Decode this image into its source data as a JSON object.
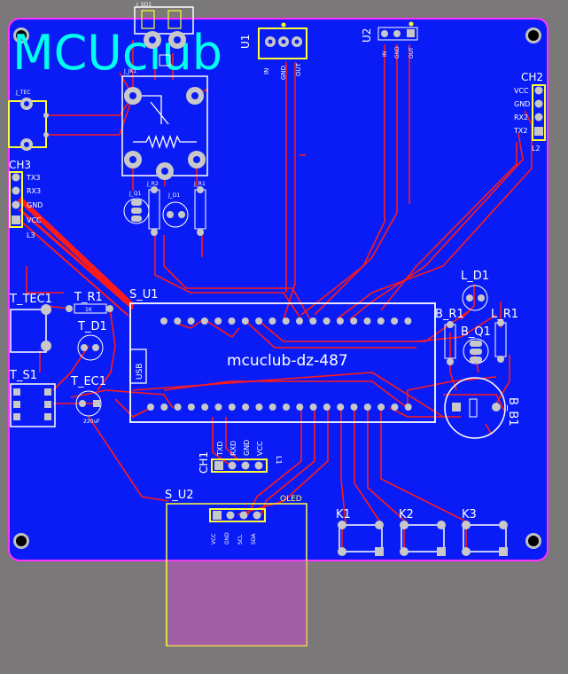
{
  "brand": {
    "logo_text": "MCUclub"
  },
  "board_name": "mcuclub-dz-487",
  "colors": {
    "background": "#7a7878",
    "board": "#0a1cf5",
    "outline": "#ff33ff",
    "trace": "#ff1a1a",
    "silk": "#ffffff",
    "overlay": "#ffff33",
    "logo": "#00ffee",
    "pad": "#c8c8c8"
  },
  "components": {
    "u1": {
      "ref": "U1",
      "pins": [
        "IN",
        "GND",
        "OUT"
      ]
    },
    "u2": {
      "ref": "U2",
      "pins": [
        "IN",
        "GND",
        "OUT"
      ]
    },
    "ch2": {
      "ref": "CH2",
      "pins": [
        "VCC",
        "GND",
        "RX2",
        "TX2"
      ],
      "footprint": "L2"
    },
    "ch3": {
      "ref": "CH3",
      "pins": [
        "TX3",
        "RX3",
        "GND",
        "VCC"
      ],
      "footprint": "L3"
    },
    "ch1": {
      "ref": "CH1",
      "pins": [
        "TXD",
        "RXD",
        "GND",
        "VCC"
      ],
      "footprint": "L1"
    },
    "j_tec": {
      "ref": "J_TEC"
    },
    "j_jk": {
      "ref": "J_JK1"
    },
    "j_sd": {
      "ref": "J_SD1"
    },
    "j_q1": {
      "ref": "J_Q1"
    },
    "j_r2": {
      "ref": "J_R2"
    },
    "j_d1": {
      "ref": "J_D1"
    },
    "j_r1": {
      "ref": "J_R1"
    },
    "t_tec": {
      "ref": "T_TEC1"
    },
    "t_r1": {
      "ref": "T_R1",
      "value": "1K"
    },
    "t_d1": {
      "ref": "T_D1"
    },
    "t_s1": {
      "ref": "T_S1"
    },
    "t_ec1": {
      "ref": "T_EC1",
      "value": "220uF"
    },
    "s_u1": {
      "ref": "S_U1",
      "usb_label": "USB"
    },
    "s_u2": {
      "ref": "S_U2",
      "module": "OLED",
      "pins": [
        "VCC",
        "GND",
        "SCL",
        "SDA"
      ]
    },
    "l_d1": {
      "ref": "L_D1"
    },
    "l_r1": {
      "ref": "L_R1"
    },
    "b_r1": {
      "ref": "B_R1"
    },
    "b_q1": {
      "ref": "B_Q1"
    },
    "b_b1": {
      "ref": "B_B1"
    },
    "k1": {
      "ref": "K1"
    },
    "k2": {
      "ref": "K2"
    },
    "k3": {
      "ref": "K3"
    }
  }
}
